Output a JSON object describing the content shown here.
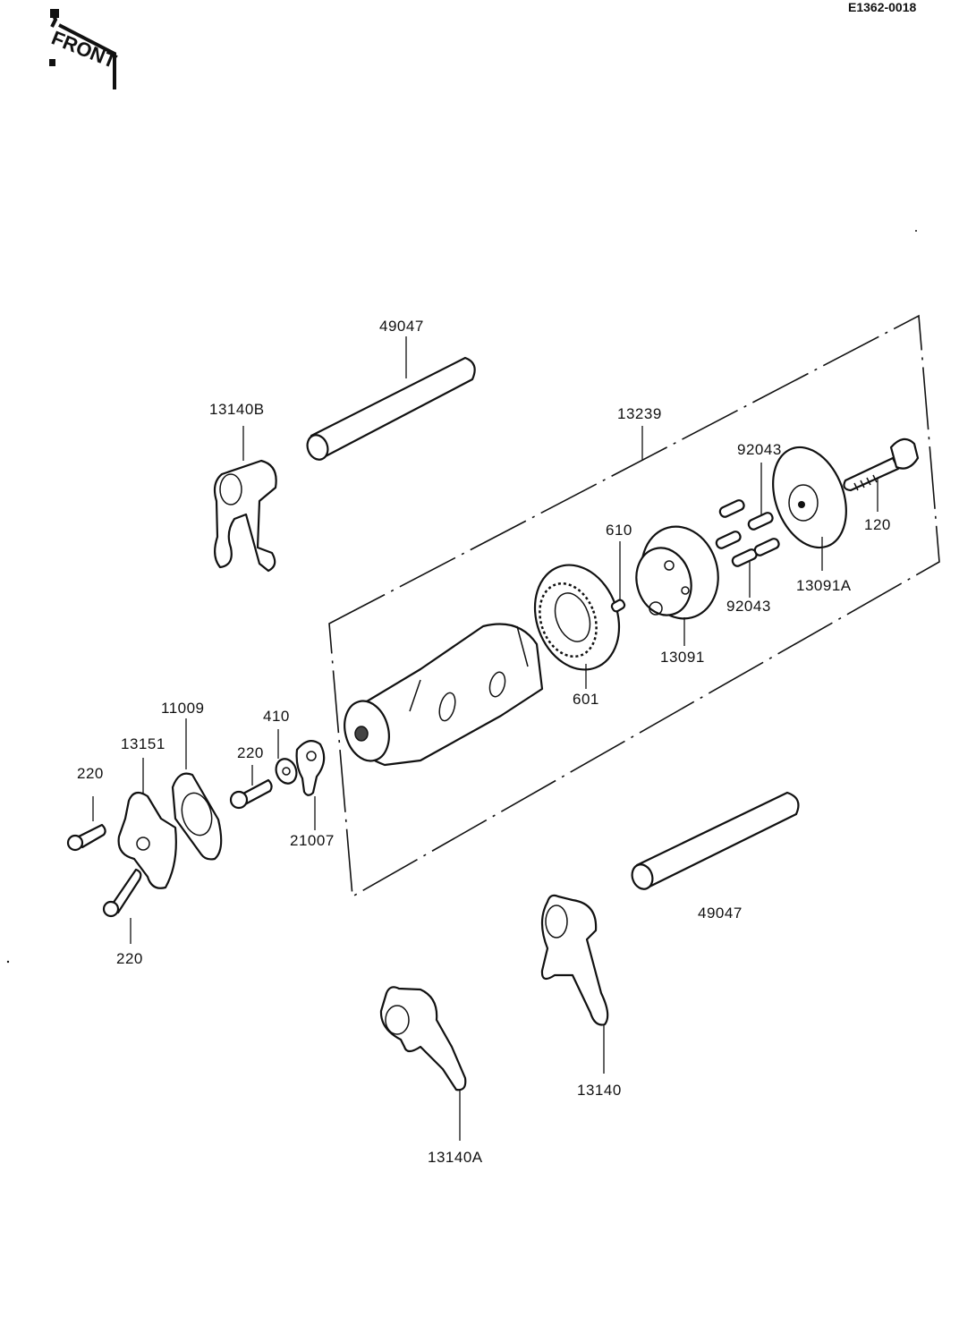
{
  "header": {
    "front_indicator": "FRONT",
    "reference_code": "E1362-0018"
  },
  "diagram": {
    "title": "Gear change drum / shift fork exploded view",
    "labels": {
      "shift_rod_upper": "49047",
      "shift_fork_upper": "13140B",
      "drum_assembly": "13239",
      "pin_upper": "92043",
      "pin_lower": "92043",
      "bolt_120": "120",
      "plate_13091a": "13091A",
      "pin_610": "610",
      "drum_cam": "13091",
      "bearing_601": "601",
      "cover_gasket": "11009",
      "holder_13151": "13151",
      "bolt_220_left": "220",
      "bolt_220_bottom": "220",
      "bolt_220_mid": "220",
      "washer_410": "410",
      "stopper_21007": "21007",
      "shift_rod_lower": "49047",
      "shift_fork_lower": "13140",
      "shift_fork_a": "13140A"
    }
  }
}
